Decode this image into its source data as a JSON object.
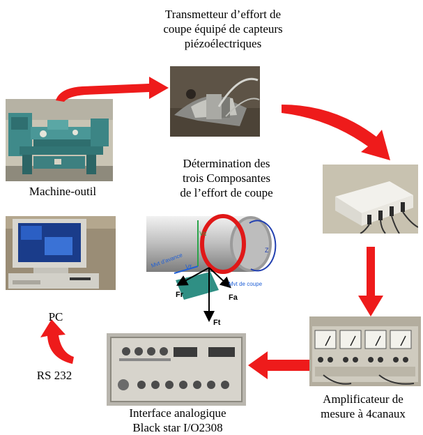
{
  "labels": {
    "transducer": "Transmetteur d’effort de\ncoupe équipé de capteurs\npiézoélectriques",
    "machine": "Machine-outil",
    "center": "Détermination des\ntrois Composantes\nde l’effort de coupe",
    "pc": "PC",
    "rs232": "RS 232",
    "interface": "Interface analogique\nBlack star I/O2308",
    "amplifier": "Amplificateur de\nmesure à 4canaux"
  },
  "diagram_labels": {
    "fr": "Fr",
    "fa": "Fa",
    "ft": "Ft",
    "vc": "Vc",
    "vf": "Vf",
    "z": "Z",
    "mvt_avance": "Mvt d’avance",
    "mvt_coupe": "Mvt de coupe"
  },
  "colors": {
    "arrow": "#ee1b1b",
    "blue_annot": "#1f5fd6",
    "green_annot": "#2aa44a"
  }
}
